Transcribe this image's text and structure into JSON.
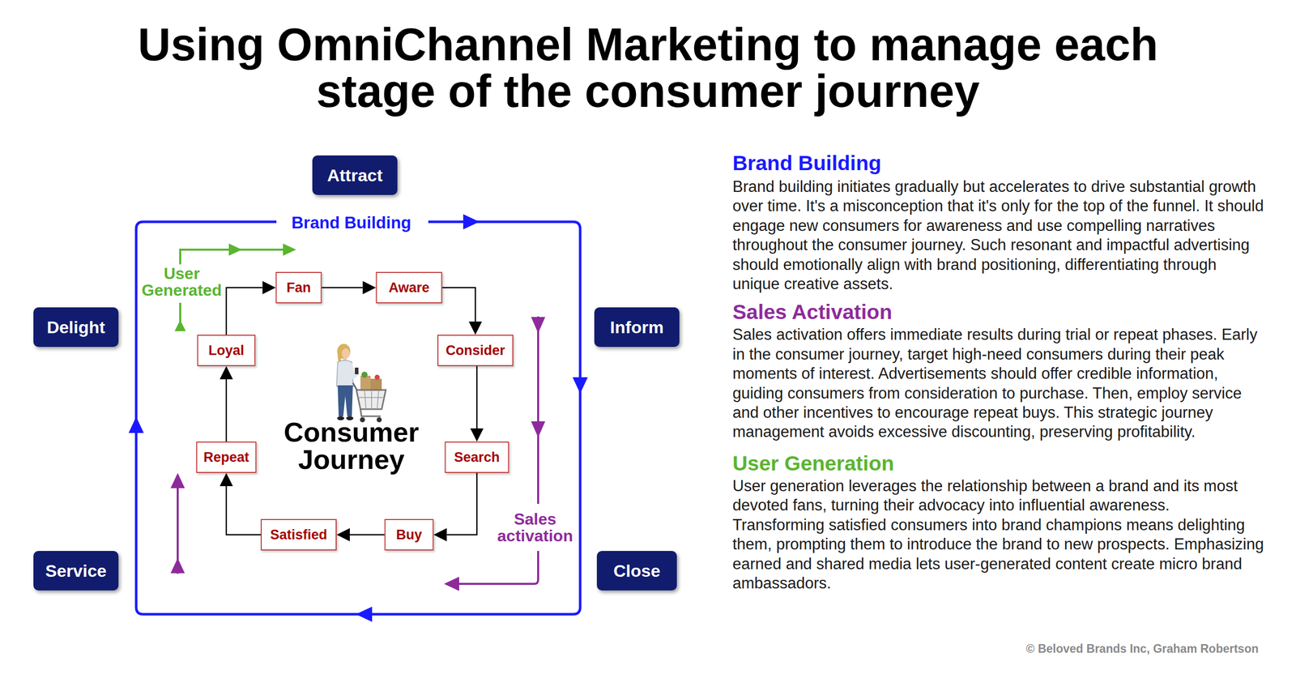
{
  "diagram": {
    "title": "Using OmniChannel Marketing to manage each stage of the consumer journey",
    "nodes": [
      {
        "text": [
          "Attract"
        ]
      },
      {
        "text": [
          "Delight"
        ]
      },
      {
        "text": [
          "Inform"
        ]
      },
      {
        "text": [
          "Service"
        ]
      },
      {
        "text": [
          "Close"
        ]
      },
      {
        "text": [
          "Fan"
        ]
      },
      {
        "text": [
          "Aware"
        ]
      },
      {
        "text": [
          "Consider"
        ]
      },
      {
        "text": [
          "Search"
        ]
      },
      {
        "text": [
          "Buy"
        ]
      },
      {
        "text": [
          "Satisfied"
        ]
      },
      {
        "text": [
          "Repeat"
        ]
      },
      {
        "text": [
          "Loyal"
        ]
      }
    ],
    "edges": [
      {
        "from": 5,
        "to": 6,
        "arrow": "to"
      },
      {
        "from": 6,
        "to": 7,
        "arrow": "to"
      },
      {
        "from": 7,
        "to": 8,
        "arrow": "to"
      },
      {
        "from": 8,
        "to": 9,
        "arrow": "to"
      },
      {
        "from": 9,
        "to": 10,
        "arrow": "to"
      },
      {
        "from": 10,
        "to": 11,
        "arrow": "to"
      },
      {
        "from": 11,
        "to": 12,
        "arrow": "to"
      },
      {
        "from": 12,
        "to": 5,
        "arrow": "to"
      }
    ],
    "labels": [
      "Brand Building",
      "User Generated",
      "Consumer Journey",
      "Sales activation",
      "Brand Building",
      "Brand building initiates gradually but accelerates to drive substantial growth over time. It's a misconception that it's only for the top of the funnel. It should engage new consumers for awareness and use compelling narratives throughout the consumer journey. Such resonant and impactful advertising should emotionally align with brand positioning, differentiating through unique creative assets.",
      "Sales Activation",
      "Sales activation offers immediate results during trial or repeat phases. Early in the consumer journey, target high-need consumers during their peak moments of interest. Advertisements should offer credible information, guiding consumers from consideration to purchase. Then, employ service and other incentives to encourage repeat buys. This strategic journey management avoids excessive discounting, preserving profitability.",
      "User Generation",
      "User generation leverages the relationship between a brand and its most devoted fans, turning their advocacy into influential awareness. Transforming satisfied consumers into brand champions means delighting them, prompting them to introduce the brand to new prospects. Emphasizing earned and shared media lets user-generated content create micro brand ambassadors.",
      "© Beloved Brands Inc, Graham Robertson"
    ]
  }
}
